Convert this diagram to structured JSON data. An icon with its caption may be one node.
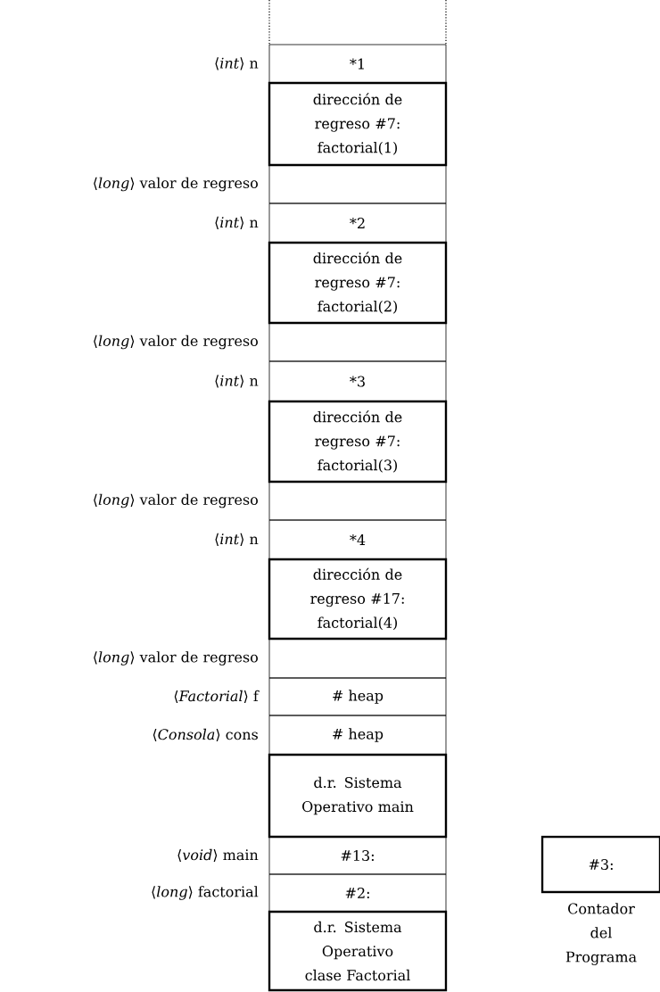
{
  "diagram": {
    "nodes": [
      {
        "text": [
          "*1"
        ],
        "beside": [
          "⟨*int*⟩ n"
        ]
      },
      {
        "text": [
          "dirección de regreso #7: factorial(1)"
        ]
      },
      {
        "text": [],
        "shape": "box",
        "beside": [
          "⟨*long*⟩ valor de regreso"
        ]
      },
      {
        "text": [
          "*2"
        ],
        "beside": [
          "⟨*int*⟩ n"
        ]
      },
      {
        "text": [
          "dirección de regreso #7: factorial(2)"
        ]
      },
      {
        "text": [],
        "shape": "box",
        "beside": [
          "⟨*long*⟩ valor de regreso"
        ]
      },
      {
        "text": [
          "*3"
        ],
        "beside": [
          "⟨*int*⟩ n"
        ]
      },
      {
        "text": [
          "dirección de regreso #7: factorial(3)"
        ]
      },
      {
        "text": [],
        "shape": "box",
        "beside": [
          "⟨*long*⟩ valor de regreso"
        ]
      },
      {
        "text": [
          "*4"
        ],
        "beside": [
          "⟨*int*⟩ n"
        ]
      },
      {
        "text": [
          "dirección de regreso #17: factorial(4)"
        ]
      },
      {
        "text": [],
        "shape": "box",
        "beside": [
          "⟨*long*⟩ valor de regreso"
        ]
      },
      {
        "text": [
          "# heap"
        ],
        "beside": [
          "⟨*Factorial*⟩ f"
        ]
      },
      {
        "text": [
          "# heap"
        ],
        "beside": [
          "⟨*Consola*⟩ cons"
        ]
      },
      {
        "text": [
          "d.r. Sistema Operativo main"
        ]
      },
      {
        "text": [
          "#13:"
        ],
        "beside": [
          "⟨*void*⟩ main"
        ]
      },
      {
        "text": [
          "#2:"
        ],
        "beside": [
          "⟨*long*⟩ factorial"
        ]
      },
      {
        "text": [
          "d.r. Sistema Operativo clase Factorial"
        ]
      },
      {
        "text": [
          "#3:"
        ],
        "beside": [
          "Contador del Programa"
        ]
      }
    ]
  }
}
